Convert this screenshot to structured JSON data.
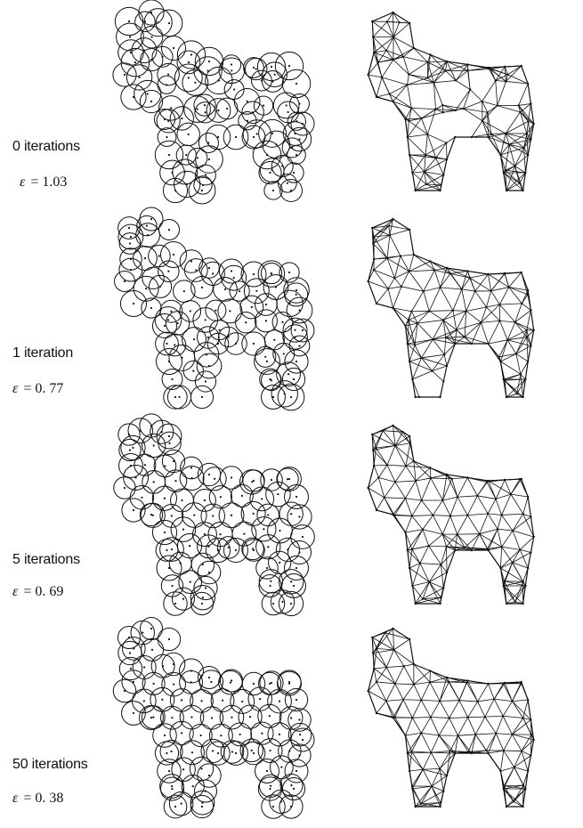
{
  "rows": [
    {
      "iterations": "0 iterations",
      "epsilon_symbol": "ε",
      "epsilon_value": "= 1.03"
    },
    {
      "iterations": "1 iteration",
      "epsilon_symbol": "ε",
      "epsilon_value": "= 0. 77"
    },
    {
      "iterations": "5 iterations",
      "epsilon_symbol": "ε",
      "epsilon_value": "= 0. 69"
    },
    {
      "iterations": "50 iterations",
      "epsilon_symbol": "ε",
      "epsilon_value": "= 0. 38"
    }
  ]
}
